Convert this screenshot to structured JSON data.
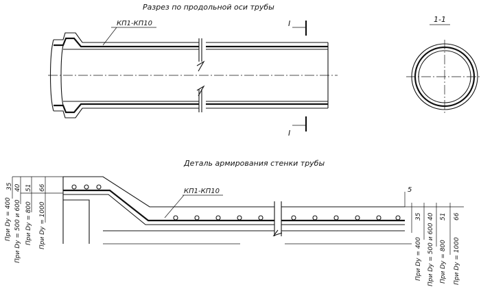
{
  "drawing": {
    "title_section": "Разрез по продольной оси трубы",
    "title_detail": "Деталь армирования стенки трубы",
    "cut_label": "1-1",
    "cut_mark": "I",
    "cage_label_top": "КП1-КП10",
    "cage_label_detail": "КП1-КП10",
    "gap_dim": "5",
    "left_dims": [
      "35",
      "40",
      "51",
      "66"
    ],
    "left_labels": [
      "При Dy = 400",
      "При Dy = 500 и 600",
      "При Dy = 800",
      "При Dy = 1000"
    ],
    "right_dims": [
      "35",
      "40",
      "51",
      "66"
    ],
    "right_labels": [
      "При Dy = 400",
      "При Dy = 500 и 600",
      "При Dy = 800",
      "При Dy = 1000"
    ]
  }
}
